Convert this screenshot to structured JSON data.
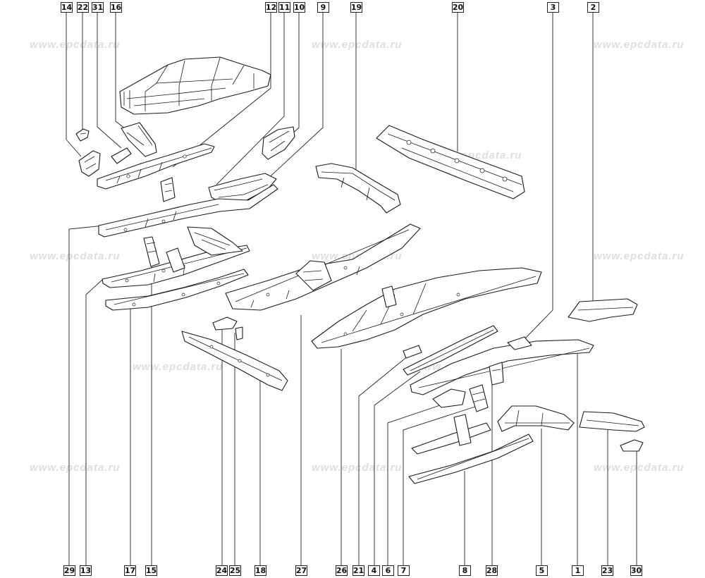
{
  "diagram": {
    "watermark": "www.epcdata.ru",
    "callouts_top": [
      "14",
      "22",
      "31",
      "16",
      "12",
      "11",
      "10",
      "9",
      "19",
      "20",
      "3",
      "2"
    ],
    "callouts_bottom": [
      "29",
      "13",
      "17",
      "15",
      "24",
      "25",
      "18",
      "27",
      "26",
      "21",
      "4",
      "6",
      "7",
      "8",
      "28",
      "5",
      "1",
      "23",
      "30"
    ]
  }
}
